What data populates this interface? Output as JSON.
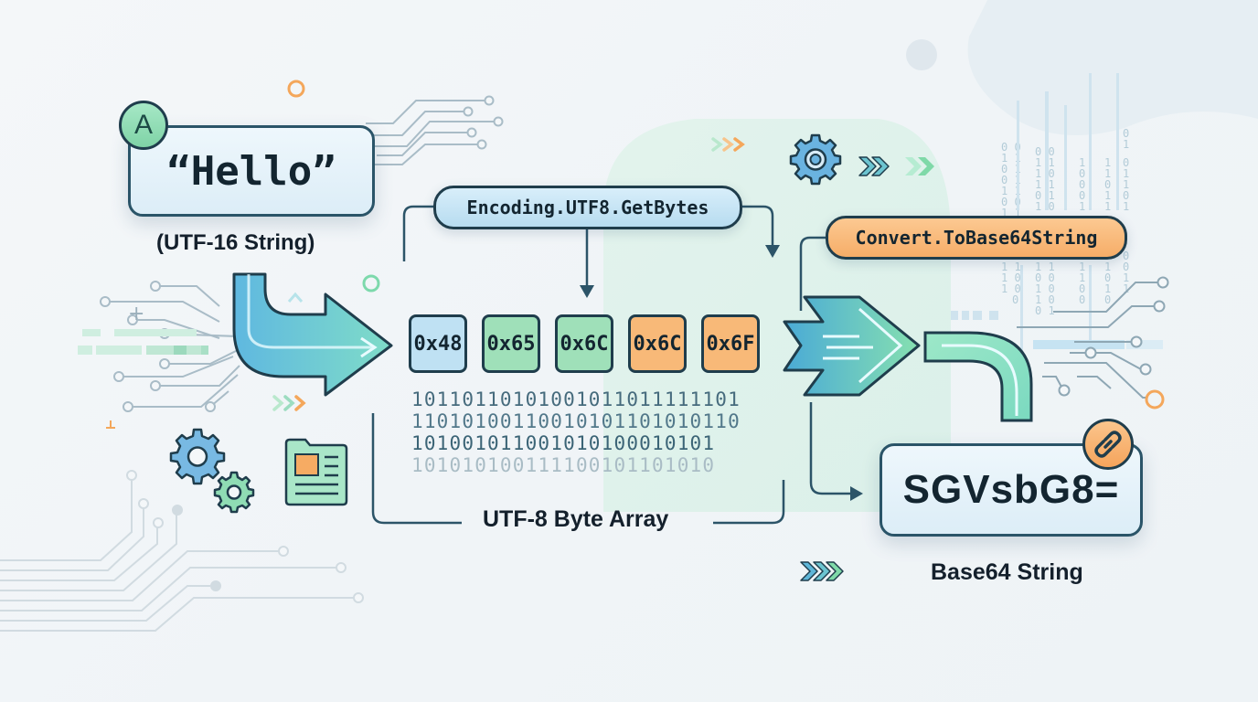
{
  "title": "C# String to Base64 Conversion Flow",
  "input": {
    "badge_letter": "A",
    "value": "“Hello”",
    "caption": "(UTF-16 String)"
  },
  "step1": {
    "method": "Encoding.UTF8.GetBytes"
  },
  "bytes": {
    "items": [
      {
        "hex": "0x48",
        "color": "#bfe1f3"
      },
      {
        "hex": "0x65",
        "color": "#9fe0b9"
      },
      {
        "hex": "0x6C",
        "color": "#9fe0b9"
      },
      {
        "hex": "0x6C",
        "color": "#f8b978"
      },
      {
        "hex": "0x6F",
        "color": "#f8b978"
      }
    ],
    "binary_rows": [
      "10110110101001011011111101",
      "11010100110010101101010110",
      "101001011001010100010101",
      "101010100111100101101010"
    ],
    "caption": "UTF-8 Byte Array"
  },
  "step2": {
    "method": "Convert.ToBase64String"
  },
  "output": {
    "value": "SGVsbG8=",
    "caption": "Base64 String",
    "badge_icon": "link-icon"
  },
  "colors": {
    "outline": "#1f3d4c",
    "blue": "#6ab7e0",
    "green": "#7fd9a8",
    "orange": "#f6a755",
    "text": "#132530"
  }
}
